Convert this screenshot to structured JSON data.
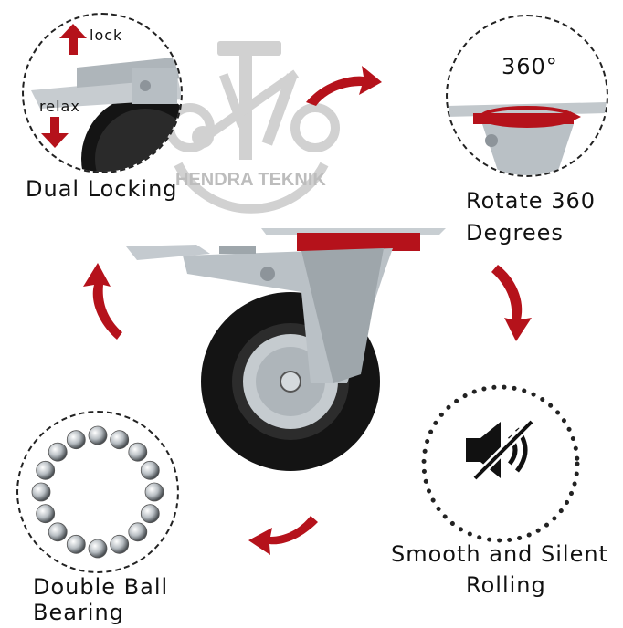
{
  "watermark": {
    "brand": "HENDRA TEKNIK"
  },
  "features": {
    "dual_locking": {
      "title": "Dual Locking",
      "lock": "lock",
      "relax": "relax"
    },
    "rotate": {
      "badge": "360°",
      "line1": "Rotate 360",
      "line2": "Degrees"
    },
    "silent": {
      "line1": "Smooth and Silent",
      "line2": "Rolling"
    },
    "bearing": {
      "line1": "Double Ball",
      "line2": "Bearing"
    }
  },
  "colors": {
    "accent_red": "#b5121b",
    "wheel_black": "#151515",
    "steel": "#b9c1c7"
  },
  "icons": {
    "mute": "speaker-muted-icon",
    "arrow": "curved-arrow-icon"
  }
}
